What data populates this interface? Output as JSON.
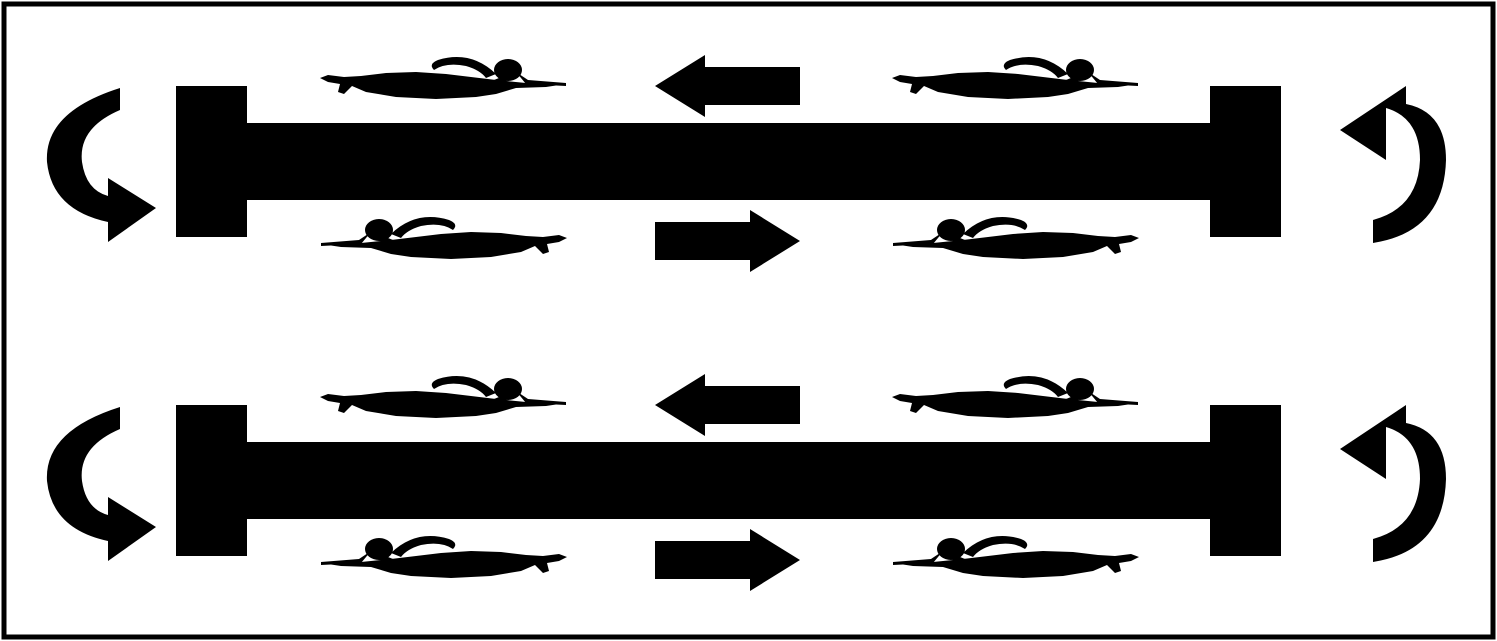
{
  "diagram": {
    "colors": {
      "ink": "#000000",
      "paper": "#ffffff"
    },
    "lanes": [
      {
        "top_row": {
          "direction": "left",
          "swimmer_facing": "right"
        },
        "bottom_row": {
          "direction": "right",
          "swimmer_facing": "left"
        },
        "left_turn": "turn-clockwise-arrow-icon",
        "right_turn": "turn-counterclockwise-arrow-icon"
      },
      {
        "top_row": {
          "direction": "left",
          "swimmer_facing": "right"
        },
        "bottom_row": {
          "direction": "right",
          "swimmer_facing": "left"
        },
        "left_turn": "turn-clockwise-arrow-icon",
        "right_turn": "turn-counterclockwise-arrow-icon"
      }
    ]
  }
}
